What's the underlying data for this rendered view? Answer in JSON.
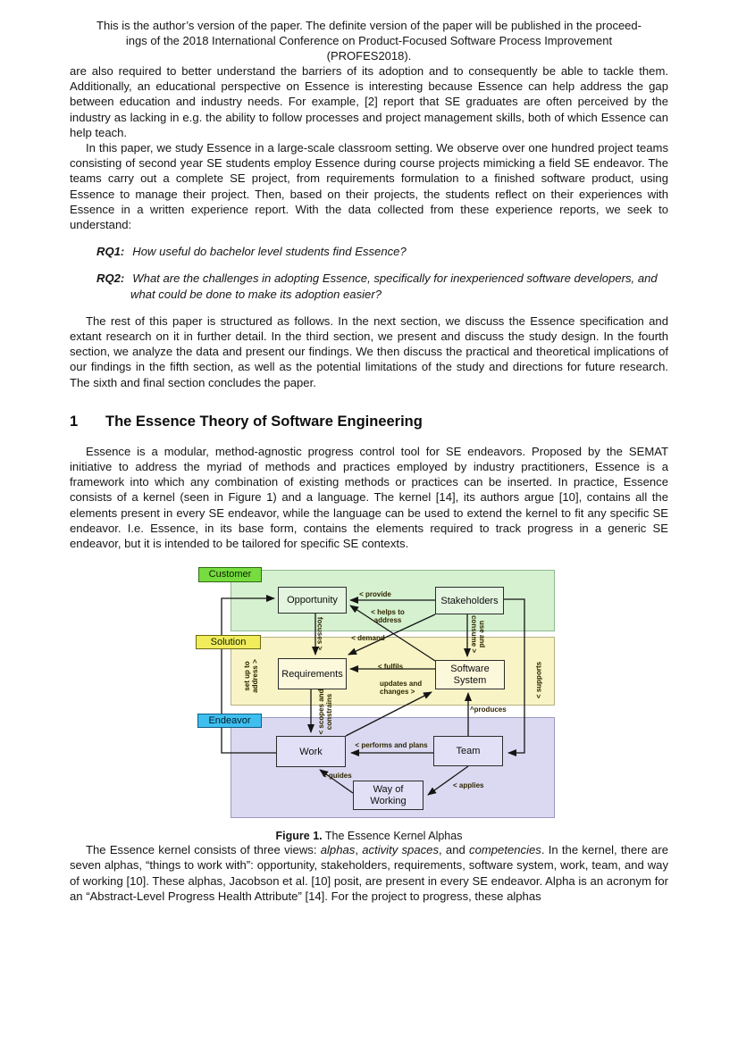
{
  "header": {
    "lines": [
      "This is the author’s version of the paper. The definite version of the paper will be published in the proceed-",
      "ings of the 2018 International Conference on Product-Focused Software Process Improvement",
      "(PROFES2018)."
    ]
  },
  "intro": {
    "p1": "are also required to better understand the barriers of its adoption and to consequently be able to tackle them. Additionally, an educational perspective on Essence is interesting because Essence can help address the gap between education and industry needs. For example, [2] report that SE graduates are often perceived by the industry as lacking in e.g. the ability to follow processes and project management skills, both of which Essence can help teach.",
    "p2": "In this paper, we study Essence in a large-scale classroom setting. We observe over one hundred project teams consisting of second year SE students employ Essence during course projects mimicking a field SE endeavor. The teams carry out a complete SE project, from requirements formulation to a finished software product, using Essence to manage their project. Then, based on their projects, the students reflect on their experiences with Essence in a written experience report. With the data collected from these experience reports, we seek to understand:",
    "rq1": {
      "label": "RQ1:",
      "text": "How useful do bachelor level students find Essence?"
    },
    "rq2": {
      "label": "RQ2:",
      "text": "What are the challenges in adopting Essence, specifically for inexperienced software developers, and what could be done to make its adoption easier?"
    },
    "p3": "The rest of this paper is structured as follows. In the next section, we discuss the Essence specification and extant research on it in further detail. In the third section, we present and discuss the study design. In the fourth section, we analyze the data and present our findings. We then discuss the practical and theoretical implications of our findings in the fifth section, as well as the potential limitations of the study and directions for future research. The sixth and final section concludes the paper."
  },
  "section1": {
    "number": "1",
    "title": "The Essence Theory of Software Engineering",
    "p1": "Essence is a modular, method-agnostic progress control tool for SE endeavors. Proposed by the SEMAT initiative to address the myriad of methods and practices employed by industry practitioners, Essence is a framework into which any combination of existing methods or practices can be inserted. In practice, Essence consists of a kernel (seen in Figure 1) and a language. The kernel [14], its authors argue [10], contains all the elements present in every SE endeavor, while the language can be used to extend the kernel to fit any specific SE endeavor. I.e. Essence, in its base form, contains the elements required to track progress in a generic SE endeavor, but it is intended to be tailored for specific SE contexts."
  },
  "figure": {
    "caption_label": "Figure 1.",
    "caption_text": " The Essence Kernel Alphas",
    "bands": [
      {
        "label": "Customer",
        "chip_color": "#76dc3f",
        "band_color": "#d5f1d0"
      },
      {
        "label": "Solution",
        "chip_color": "#f1ec5c",
        "band_color": "#f8f4c6"
      },
      {
        "label": "Endeavor",
        "chip_color": "#3ebfef",
        "band_color": "#dbd9f1"
      }
    ],
    "alphas": [
      {
        "label": "Opportunity"
      },
      {
        "label": "Stakeholders"
      },
      {
        "label": "Requirements"
      },
      {
        "label": "Software System"
      },
      {
        "label": "Work"
      },
      {
        "label": "Team"
      },
      {
        "label": "Way of Working"
      }
    ],
    "relations": {
      "provide": "< provide",
      "helps_to_address": "< helps to\naddress",
      "focuses": "focuses >",
      "demand": "< demand",
      "use_and_consume": "use and\nconsume >",
      "fulfils": "< fulfils",
      "updates_and_changes": "updates and\nchanges >",
      "scopes_and_constrains": "< scopes and\nconstrains",
      "produces": "^produces",
      "performs_and_plans": "< performs and plans",
      "guides": "< guides",
      "applies": "< applies",
      "set_up_to_address": "set up to\naddress >",
      "supports": "< supports"
    }
  },
  "kernel_section": {
    "p1_segments": [
      {
        "text": "The Essence kernel consists of three views: ",
        "italic": false
      },
      {
        "text": "alphas",
        "italic": true
      },
      {
        "text": ", ",
        "italic": false
      },
      {
        "text": "activity spaces",
        "italic": true
      },
      {
        "text": ", and ",
        "italic": false
      },
      {
        "text": "competencies",
        "italic": true
      },
      {
        "text": ". In the kernel, there are seven alphas, “things to work with”: opportunity, stakeholders, requirements, software system, work, team, and way of working [10]. These alphas, Jacobson et al. [10] posit, are present in every SE endeavor. Alpha is an acronym for an “Abstract-Level Progress Health Attribute” [14]. For the project to progress, these alphas",
        "italic": false
      }
    ]
  }
}
